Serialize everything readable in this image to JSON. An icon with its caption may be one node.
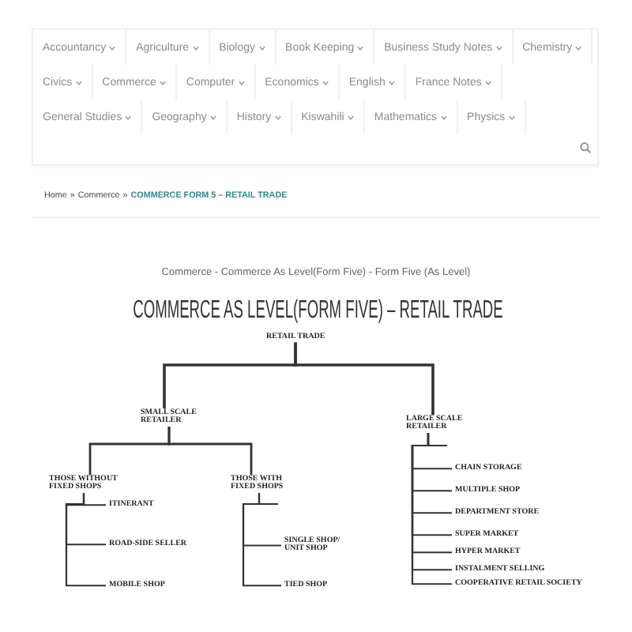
{
  "diagram": {
    "title": "COMMERCE AS LEVEL(FORM FIVE) – RETAIL TRADE",
    "nodes": [
      {
        "text": [
          "RETAIL TRADE"
        ]
      },
      {
        "text": [
          "SMALL SCALE RETAILER"
        ]
      },
      {
        "text": [
          "LARGE SCALE RETAILER"
        ]
      },
      {
        "text": [
          "THOSE WITHOUT FIXED SHOPS"
        ]
      },
      {
        "text": [
          "THOSE WITH FIXED SHOPS"
        ]
      },
      {
        "text": [
          "ITINERANT"
        ]
      },
      {
        "text": [
          "ROAD-SIDE SELLER"
        ]
      },
      {
        "text": [
          "MOBILE SHOP"
        ]
      },
      {
        "text": [
          "SINGLE SHOP/ UNIT SHOP"
        ]
      },
      {
        "text": [
          "TIED SHOP"
        ]
      },
      {
        "text": [
          "CHAIN STORAGE"
        ]
      },
      {
        "text": [
          "MULTIPLE SHOP"
        ]
      },
      {
        "text": [
          "DEPARTMENT STORE"
        ]
      },
      {
        "text": [
          "SUPER MARKET"
        ]
      },
      {
        "text": [
          "HYPER MARKET"
        ]
      },
      {
        "text": [
          "INSTALMENT SELLING"
        ]
      },
      {
        "text": [
          "COOPERATIVE RETAIL SOCIETY"
        ]
      }
    ],
    "edges": [
      {
        "from": 0,
        "to": 1,
        "arrow": "none"
      },
      {
        "from": 0,
        "to": 2,
        "arrow": "none"
      },
      {
        "from": 1,
        "to": 3,
        "arrow": "none"
      },
      {
        "from": 1,
        "to": 4,
        "arrow": "none"
      },
      {
        "from": 3,
        "to": 5,
        "arrow": "none"
      },
      {
        "from": 3,
        "to": 6,
        "arrow": "none"
      },
      {
        "from": 3,
        "to": 7,
        "arrow": "none"
      },
      {
        "from": 4,
        "to": 8,
        "arrow": "none"
      },
      {
        "from": 4,
        "to": 9,
        "arrow": "none"
      },
      {
        "from": 2,
        "to": 10,
        "arrow": "none"
      },
      {
        "from": 2,
        "to": 11,
        "arrow": "none"
      },
      {
        "from": 2,
        "to": 12,
        "arrow": "none"
      },
      {
        "from": 2,
        "to": 13,
        "arrow": "none"
      },
      {
        "from": 2,
        "to": 14,
        "arrow": "none"
      },
      {
        "from": 2,
        "to": 15,
        "arrow": "none"
      },
      {
        "from": 2,
        "to": 16,
        "arrow": "none"
      }
    ],
    "labels": [
      "Accountancy",
      "Agriculture",
      "Biology",
      "Book Keeping",
      "Business Study Notes",
      "Chemistry",
      "Civics",
      "Commerce",
      "Computer",
      "Economics",
      "English",
      "France Notes",
      "General Studies",
      "Geography",
      "History",
      "Kiswahili",
      "Mathematics",
      "Physics",
      "Home",
      "»",
      "Commerce",
      "»",
      "COMMERCE FORM 5 – RETAIL TRADE",
      "Commerce - Commerce As Level(Form Five) - Form Five (As Level)"
    ]
  }
}
